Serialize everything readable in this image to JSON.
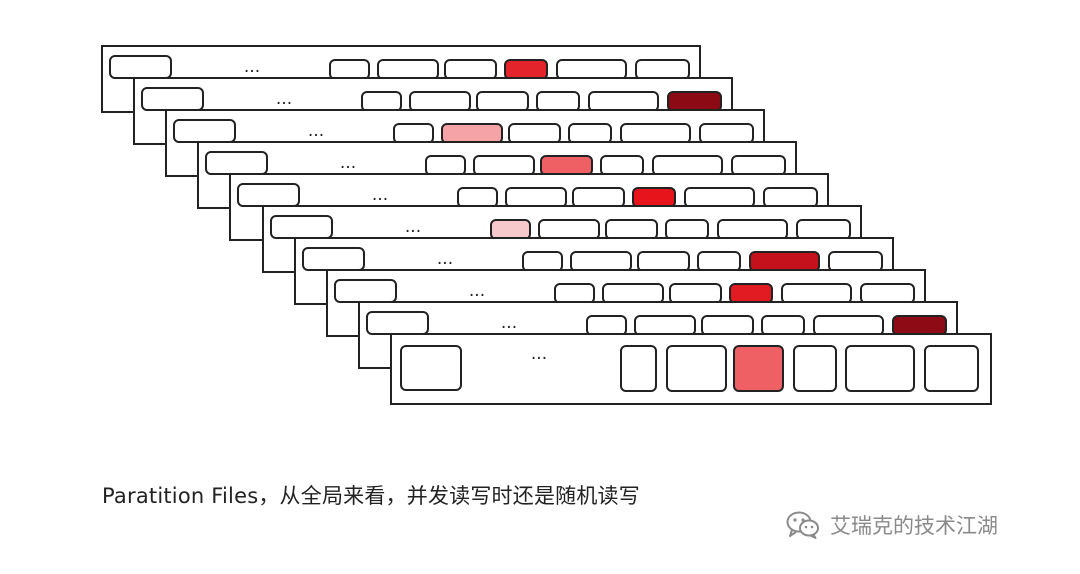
{
  "files": [
    {
      "ellipsis": "...",
      "blocks": [
        "white",
        "white",
        "white",
        "#e3242b",
        "white",
        "white"
      ]
    },
    {
      "ellipsis": "...",
      "blocks": [
        "white",
        "white",
        "white",
        "white",
        "white",
        "#8b0a14"
      ]
    },
    {
      "ellipsis": "...",
      "blocks": [
        "white",
        "#f5a3a6",
        "white",
        "white",
        "white",
        "white"
      ]
    },
    {
      "ellipsis": "...",
      "blocks": [
        "white",
        "white",
        "#ef6064",
        "white",
        "white",
        "white"
      ]
    },
    {
      "ellipsis": "...",
      "blocks": [
        "white",
        "white",
        "white",
        "#e8141c",
        "white",
        "white"
      ]
    },
    {
      "ellipsis": "...",
      "blocks": [
        "#f8c9cb",
        "white",
        "white",
        "white",
        "white",
        "white"
      ]
    },
    {
      "ellipsis": "...",
      "blocks": [
        "white",
        "white",
        "white",
        "white",
        "#c5111c",
        "white"
      ]
    },
    {
      "ellipsis": "...",
      "blocks": [
        "white",
        "white",
        "white",
        "#e21a22",
        "white",
        "white"
      ]
    },
    {
      "ellipsis": "...",
      "blocks": [
        "white",
        "white",
        "white",
        "white",
        "white",
        "#8e0b16"
      ]
    },
    {
      "ellipsis": "...",
      "blocks": [
        "white",
        "white",
        "#ef6064",
        "white",
        "white",
        "white"
      ]
    }
  ],
  "caption": "Paratition Files，从全局来看，并发读写时还是随机读写",
  "watermark": {
    "icon": "wechat-icon",
    "text": "艾瑞克的技术江湖"
  },
  "colors": {
    "stroke": "#222222",
    "block_fill_default": "#ffffff"
  }
}
